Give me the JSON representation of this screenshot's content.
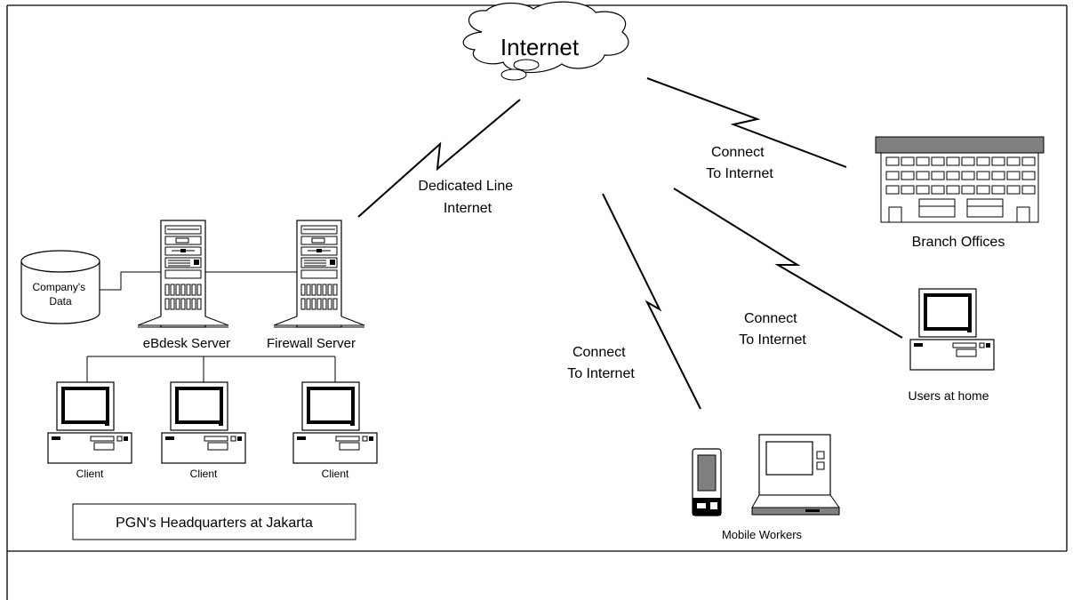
{
  "cloud": {
    "label": "Internet"
  },
  "links": {
    "dedicated": [
      "Dedicated Line",
      "Internet"
    ],
    "branch": [
      "Connect",
      "To Internet"
    ],
    "home": [
      "Connect",
      "To Internet"
    ],
    "mobile": [
      "Connect",
      "To Internet"
    ]
  },
  "storage": {
    "label": [
      "Company's",
      "Data"
    ]
  },
  "servers": {
    "ebdesk": "eBdesk Server",
    "firewall": "Firewall Server"
  },
  "clients": [
    "Client",
    "Client",
    "Client"
  ],
  "headquarters": {
    "label": "PGN's Headquarters at Jakarta"
  },
  "remote": {
    "branch": "Branch Offices",
    "home": "Users at home",
    "mobile": "Mobile Workers"
  }
}
